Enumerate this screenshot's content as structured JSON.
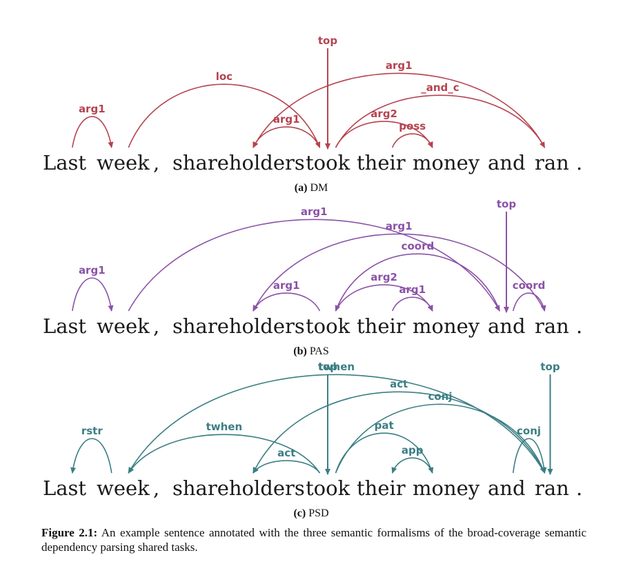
{
  "words": [
    "Last",
    "week",
    ",",
    "shareholders",
    "took",
    "their",
    "money",
    "and",
    "ran",
    "."
  ],
  "panels": [
    {
      "id": "dm",
      "letter": "(a)",
      "name": "DM",
      "color": "#b5434f",
      "arcs": [
        {
          "from": 0,
          "to": 1,
          "label": "arg1"
        },
        {
          "from": 1,
          "to": 4,
          "label": "loc"
        },
        {
          "from": 4,
          "to": 3,
          "label": "arg1"
        },
        {
          "from": 8,
          "to": 3,
          "label": "arg1"
        },
        {
          "from": 4,
          "to": 8,
          "label": "_and_c"
        },
        {
          "from": 4,
          "to": 6,
          "label": "arg2"
        },
        {
          "from": 5,
          "to": 6,
          "label": "poss"
        }
      ],
      "tops": [
        {
          "word": 4,
          "label": "top"
        }
      ]
    },
    {
      "id": "pas",
      "letter": "(b)",
      "name": "PAS",
      "color": "#8a52a6",
      "arcs": [
        {
          "from": 0,
          "to": 1,
          "label": "arg1"
        },
        {
          "from": 1,
          "to": 7,
          "label": "arg1"
        },
        {
          "from": 4,
          "to": 3,
          "label": "arg1"
        },
        {
          "from": 8,
          "to": 3,
          "label": "arg1"
        },
        {
          "from": 7,
          "to": 4,
          "label": "coord"
        },
        {
          "from": 4,
          "to": 6,
          "label": "arg2"
        },
        {
          "from": 5,
          "to": 6,
          "label": "arg1"
        },
        {
          "from": 7,
          "to": 8,
          "label": "coord"
        }
      ],
      "tops": [
        {
          "word": 7,
          "label": "top"
        }
      ]
    },
    {
      "id": "psd",
      "letter": "(c)",
      "name": "PSD",
      "color": "#3b7e84",
      "arcs": [
        {
          "from": 1,
          "to": 0,
          "label": "rstr"
        },
        {
          "from": 8,
          "to": 1,
          "label": "twhen"
        },
        {
          "from": 4,
          "to": 1,
          "label": "twhen"
        },
        {
          "from": 8,
          "to": 3,
          "label": "act"
        },
        {
          "from": 4,
          "to": 3,
          "label": "act"
        },
        {
          "from": 4,
          "to": 8,
          "label": "conj"
        },
        {
          "from": 4,
          "to": 6,
          "label": "pat"
        },
        {
          "from": 6,
          "to": 5,
          "label": "app"
        },
        {
          "from": 7,
          "to": 8,
          "label": "conj"
        }
      ],
      "tops": [
        {
          "word": 4,
          "label": "top"
        },
        {
          "word": 8,
          "label": "top"
        }
      ]
    }
  ],
  "caption": {
    "label": "Figure 2.1:",
    "text": "An example sentence annotated with the three semantic formalisms of the broad-coverage semantic dependency parsing shared tasks."
  }
}
